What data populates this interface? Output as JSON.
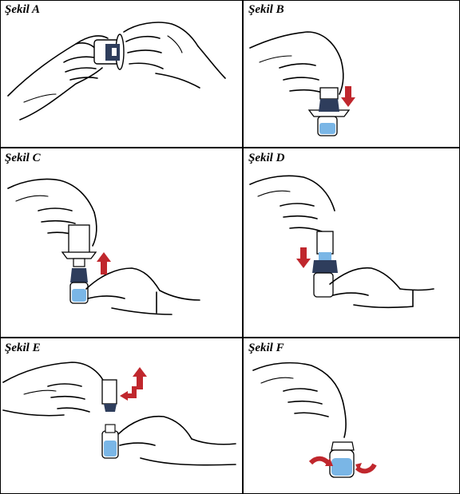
{
  "panels": [
    {
      "label": "Şekil A"
    },
    {
      "label": "Şekil B"
    },
    {
      "label": "Şekil C"
    },
    {
      "label": "Şekil D"
    },
    {
      "label": "Şekil E"
    },
    {
      "label": "Şekil F"
    }
  ],
  "colors": {
    "vial_liquid": "#7ab6e6",
    "cap_dark": "#2e3d5c",
    "arrow_red": "#c0272d",
    "line": "#000000"
  },
  "icons": [
    "hand-icon",
    "vial-icon",
    "vial-adapter-icon",
    "down-arrow-icon",
    "up-arrow-icon",
    "twist-arrow-icon"
  ]
}
